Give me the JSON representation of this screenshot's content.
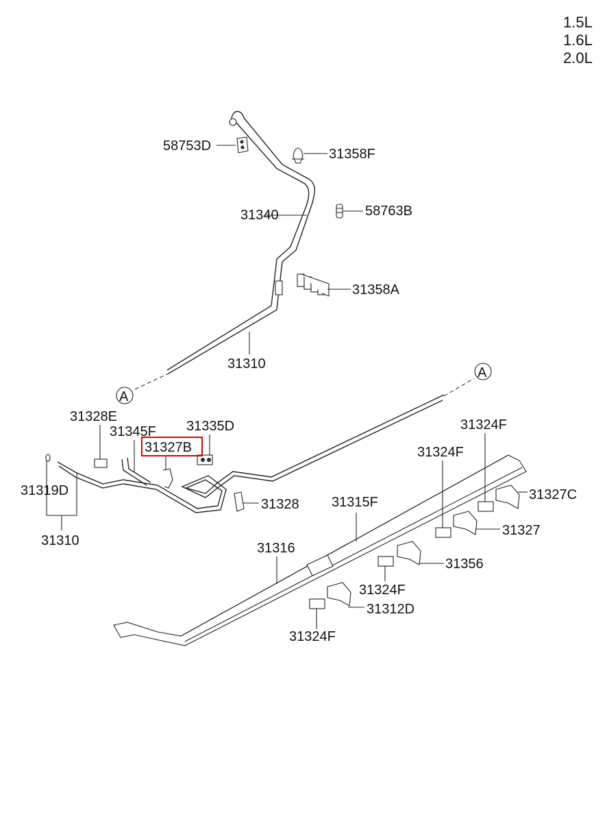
{
  "engine_variants": [
    "1.5L",
    "1.6L",
    "2.0L"
  ],
  "highlight_color": "#e00000",
  "callouts": {
    "ref_a_top": "A",
    "ref_a_bottom": "A",
    "p58753D": "58753D",
    "p31358F": "31358F",
    "p31340": "31340",
    "p58763B": "58763B",
    "p31358A": "31358A",
    "p31310_upper": "31310",
    "p31328E": "31328E",
    "p31345F": "31345F",
    "p31335D": "31335D",
    "p31327B": "31327B",
    "p31324F_a": "31324F",
    "p31324F_b": "31324F",
    "p31319D": "31319D",
    "p31327C": "31327C",
    "p31328": "31328",
    "p31315F": "31315F",
    "p31327": "31327",
    "p31310_lower": "31310",
    "p31316": "31316",
    "p31356": "31356",
    "p31324F_c": "31324F",
    "p31312D": "31312D",
    "p31324F_d": "31324F"
  }
}
